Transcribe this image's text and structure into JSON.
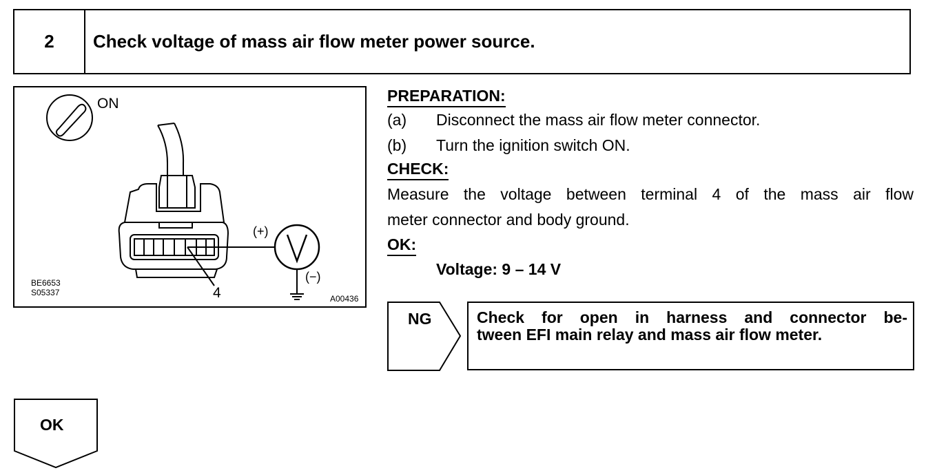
{
  "step": {
    "number": "2",
    "title": "Check voltage of mass air flow meter power source."
  },
  "figure": {
    "on_label": "ON",
    "plus_label": "(+)",
    "minus_label": "(−)",
    "voltmeter_symbol": "V",
    "terminal_label": "4",
    "code_1": "BE6653",
    "code_2": "S05337",
    "code_3": "A00436",
    "icons": [
      "ignition-key-icon",
      "connector-icon",
      "voltmeter-icon",
      "ground-icon"
    ]
  },
  "preparation": {
    "heading": "PREPARATION:",
    "steps": [
      {
        "label": "(a)",
        "text": "Disconnect the mass air flow meter connector."
      },
      {
        "label": "(b)",
        "text": "Turn the ignition switch ON."
      }
    ]
  },
  "check": {
    "heading": "CHECK:",
    "text_line1": "Measure the voltage between terminal 4 of the mass air flow",
    "text_line2": "meter connector and body ground."
  },
  "ok_spec": {
    "heading": "OK:",
    "value": "Voltage: 9 – 14 V"
  },
  "ng": {
    "label": "NG",
    "message_line1": "Check for open in harness and connector be-",
    "message_line2": "tween EFI main relay and mass air flow meter."
  },
  "ok_branch": {
    "label": "OK"
  }
}
